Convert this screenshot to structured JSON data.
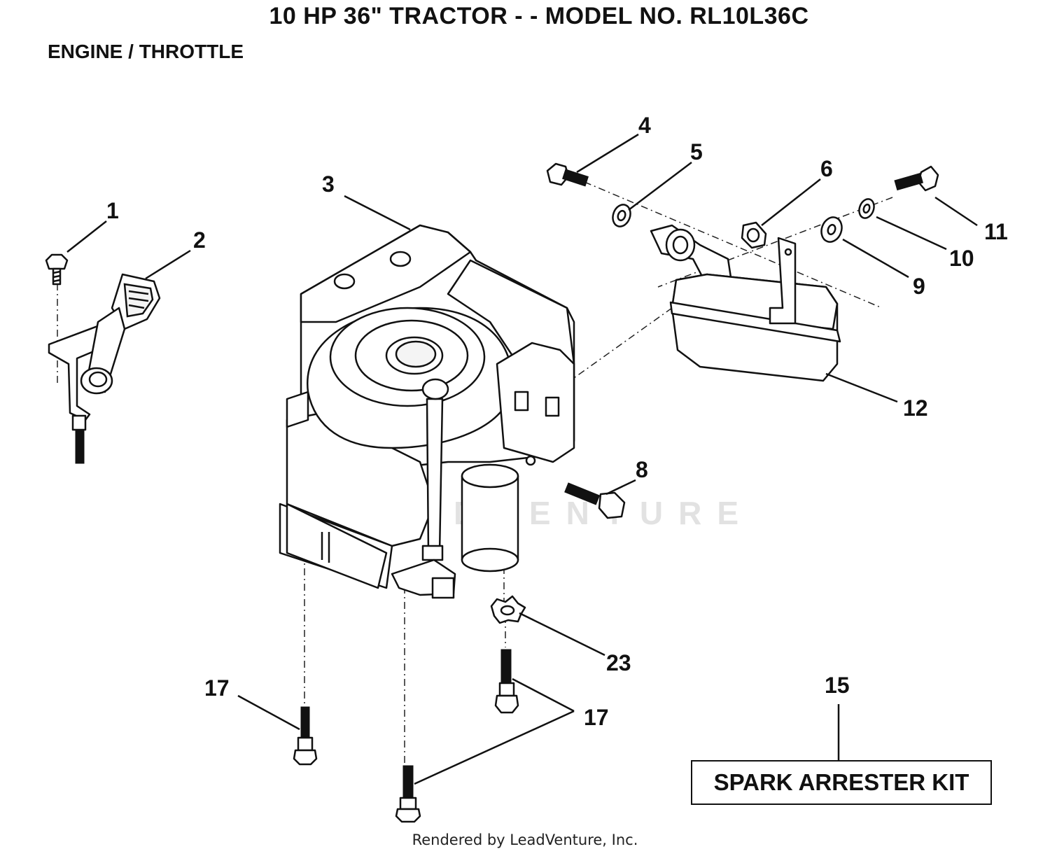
{
  "header": {
    "title": "10 HP 36\" TRACTOR - - MODEL NO. RL10L36C",
    "subtitle": "ENGINE / THROTTLE"
  },
  "callouts": {
    "c1": "1",
    "c2": "2",
    "c3": "3",
    "c4": "4",
    "c5": "5",
    "c6": "6",
    "c8": "8",
    "c9": "9",
    "c10": "10",
    "c11": "11",
    "c12": "12",
    "c15": "15",
    "c17a": "17",
    "c17b": "17",
    "c23": "23"
  },
  "kit_label": "SPARK ARRESTER KIT",
  "watermark": "LEADVENTURE",
  "footer": "Rendered by LeadVenture, Inc."
}
